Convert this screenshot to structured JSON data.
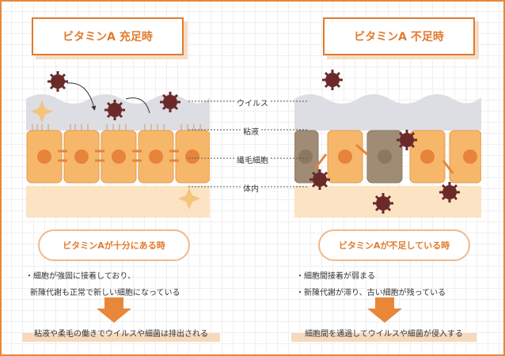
{
  "left": {
    "title": "ビタミンA 充足時",
    "subtitle": "ビタミンAが十分にある時",
    "bullet1": "・細胞が強固に接着しており、",
    "bullet2": "新陳代謝も正常で新しい細胞になっている",
    "result": "粘液や柔毛の働きでウイルスや細菌は排出される"
  },
  "right": {
    "title": "ビタミンA 不足時",
    "subtitle": "ビタミンAが不足している時",
    "bullet1": "・細胞間接着が弱まる",
    "bullet2": "・新陳代謝が滞り、古い細胞が残っている",
    "result": "細胞間を通過してウイルスや細菌が侵入する"
  },
  "labels": {
    "virus": "ウイルス",
    "mucus": "粘液",
    "cilia_cell": "繊毛細胞",
    "body": "体内"
  },
  "colors": {
    "accent": "#e07b2e",
    "cell": "#f6b76a",
    "nucleus": "#e5843a",
    "old_cell": "#a08c74",
    "virus": "#6b2a2a",
    "mucus": "#dddde4",
    "body": "#fce3c4"
  }
}
